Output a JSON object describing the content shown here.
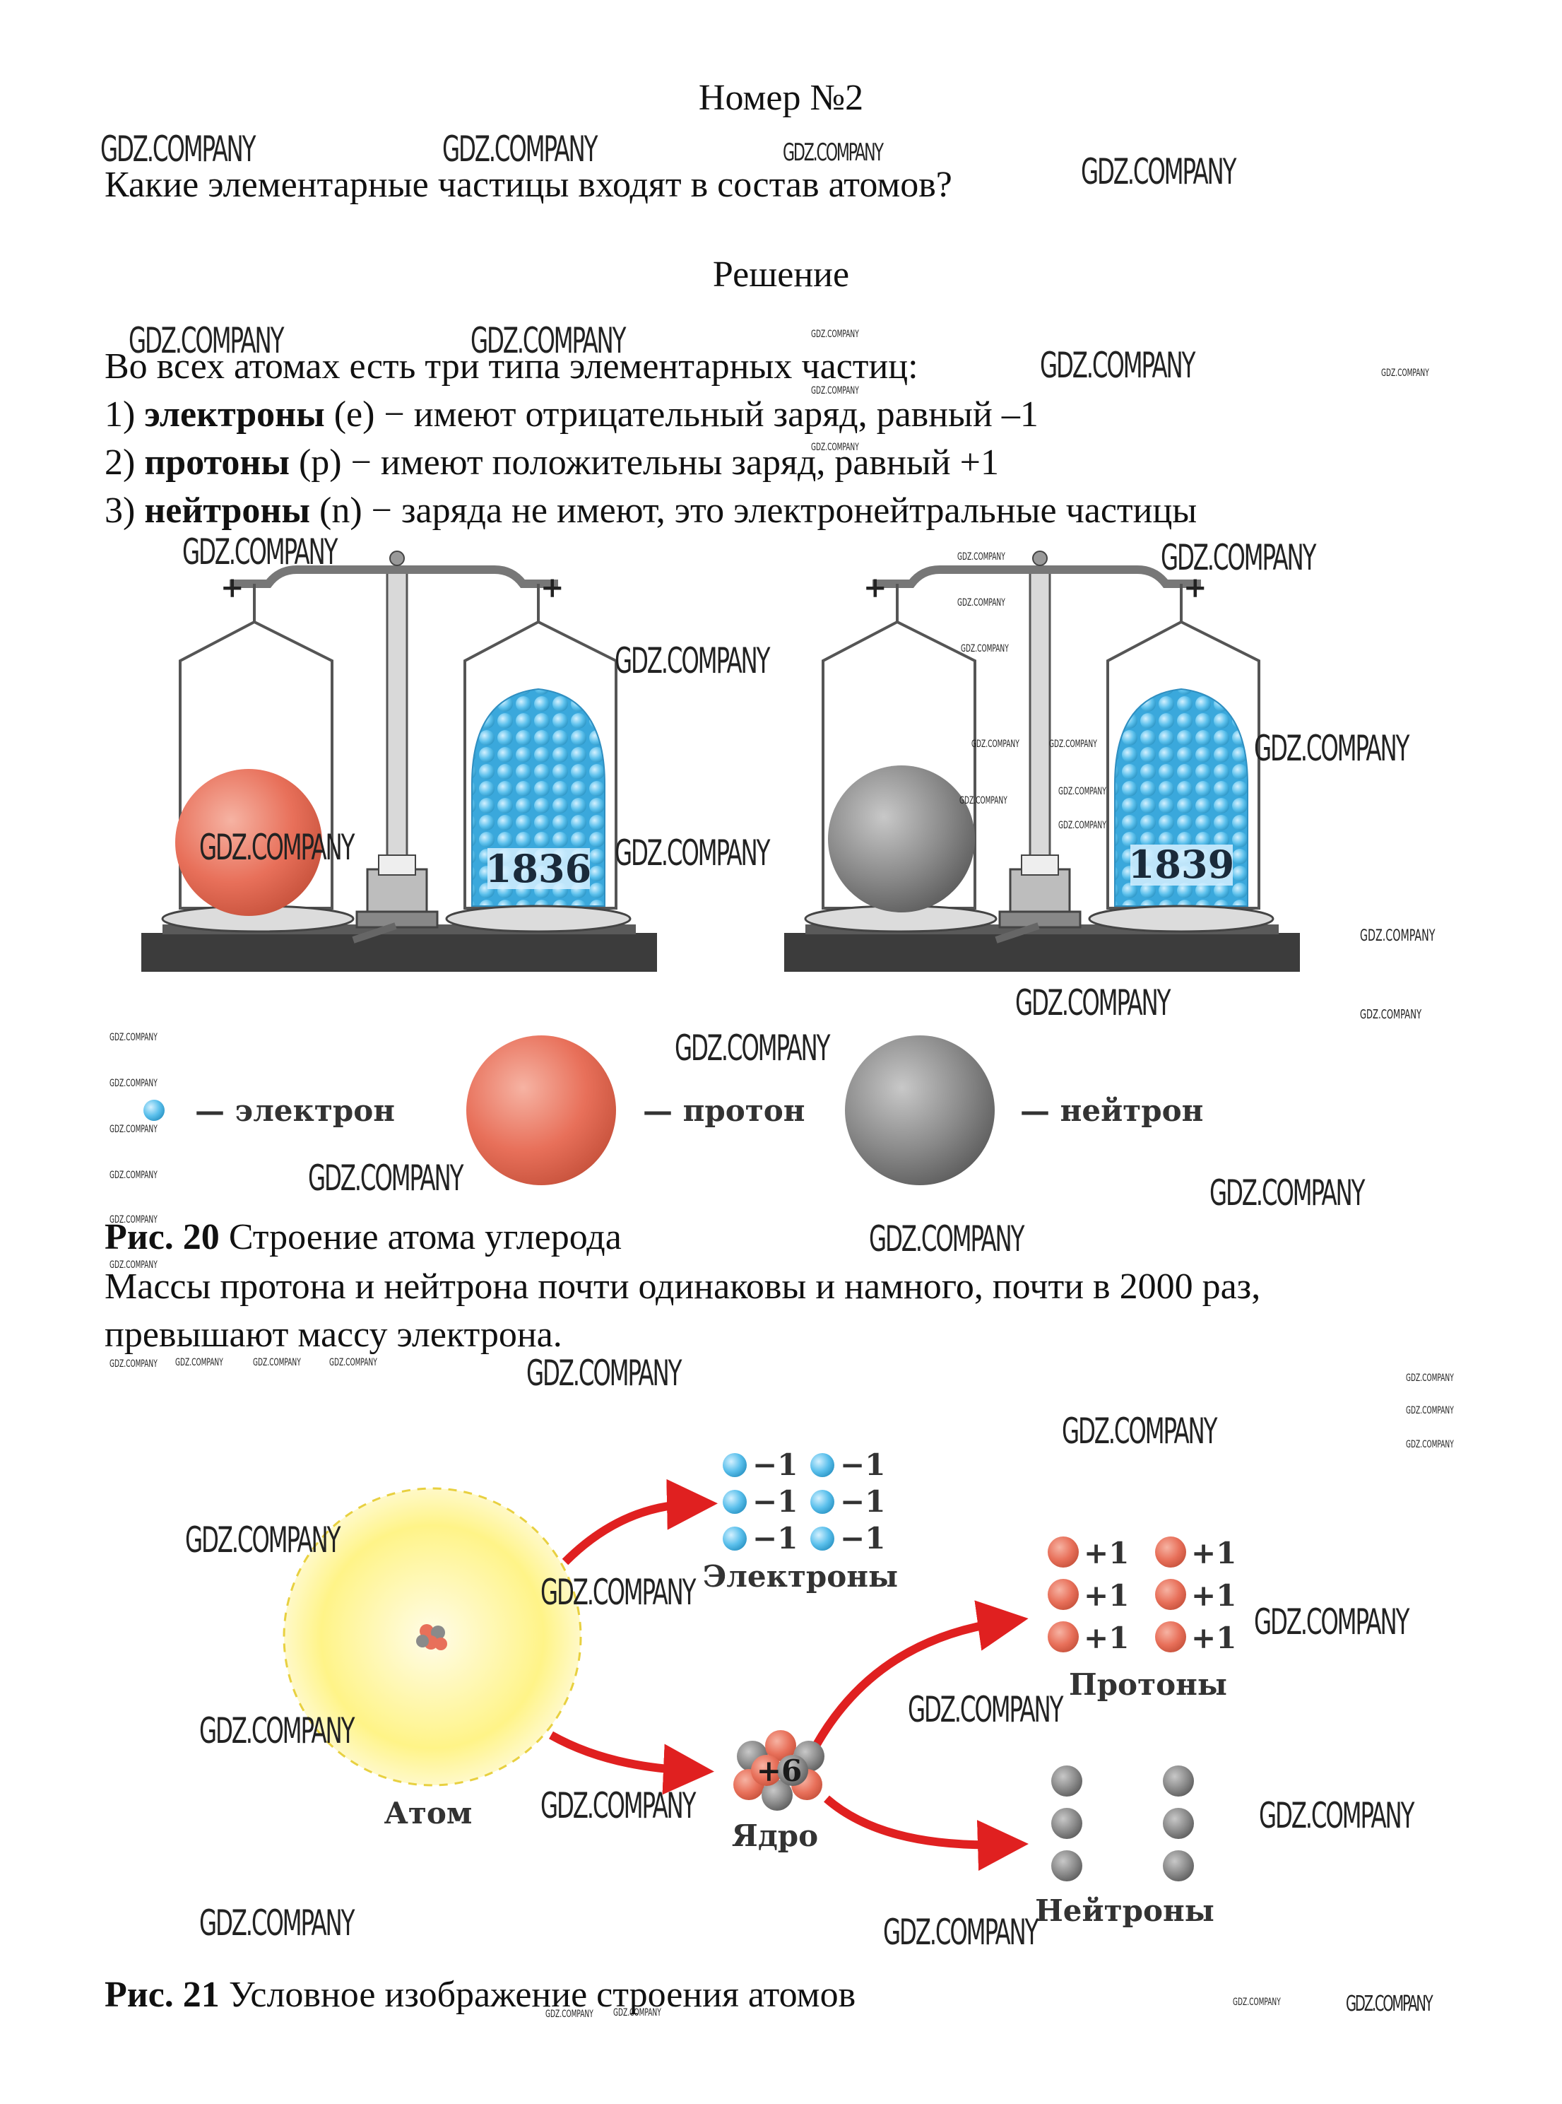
{
  "heading": "Номер №2",
  "question": "Какие элементарные частицы входят в состав атомов?",
  "solution_heading": "Решение",
  "intro": "Во всех атомах есть три типа элементарных частиц:",
  "items": [
    {
      "num": "1)",
      "term": "электроны",
      "rest": " (e) − имеют отрицательный заряд, равный –1"
    },
    {
      "num": "2)",
      "term": "протоны",
      "rest": " (p) − имеют положительны заряд, равный +1"
    },
    {
      "num": "3)",
      "term": "нейтроны",
      "rest": " (n) − заряда не имеют, это электронейтральные частицы"
    }
  ],
  "fig20": {
    "left_count": "1836",
    "right_count": "1839",
    "legend": {
      "electron": "— электрон",
      "proton": "— протон",
      "neutron": "— нейтрон"
    },
    "caption_num": "Рис. 20",
    "caption_text": " Строение атома углерода"
  },
  "mass_text": [
    "Массы протона и нейтрона почти одинаковы и намного, почти в 2000 раз,",
    "превышают массу электрона."
  ],
  "fig21": {
    "electron_charge": "−1",
    "proton_charge": "+1",
    "nucleus_charge": "+6",
    "labels": {
      "electrons": "Электроны",
      "protons": "Протоны",
      "neutrons": "Нейтроны",
      "atom": "Атом",
      "nucleus": "Ядро"
    },
    "caption_num": "Рис. 21",
    "caption_text": " Условное изображение строения атомов"
  },
  "watermark": "GDZ.COMPANY",
  "colors": {
    "electron": "#5bc0ec",
    "proton": "#e8705a",
    "neutron": "#8a8a8a",
    "arrow": "#e02020",
    "glow": "#fff27a"
  }
}
